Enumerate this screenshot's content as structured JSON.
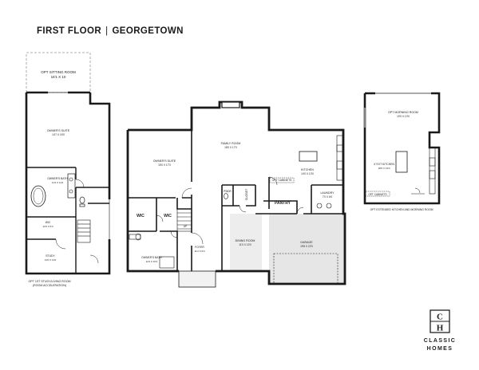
{
  "header": {
    "floor_label": "FIRST FLOOR",
    "separator": "|",
    "model_name": "GEORGETOWN"
  },
  "left_plan": {
    "opt_sitting_room": "OPT SITTING ROOM",
    "opt_sitting_room_size": "16'1 X 10",
    "owners_suite": "OWNER'S SUITE",
    "owners_suite_size": "14'7 X 16'0",
    "owners_bath": "OWNER'S BATH",
    "owners_bath_size": "11'2 X 11'2",
    "wic": "WIC",
    "wic_size": "12'0 X 6'4",
    "study": "STUDY",
    "study_size": "11'0 X 11'0",
    "caption_1": "OPT 1ST STUDY/LIVING ROOM",
    "caption_2": "(ROOM ACCELERATION)"
  },
  "main_plan": {
    "owners_suite": "OWNER'S SUITE",
    "owners_suite_size": "15'0 X 17'0",
    "family_room": "FAMILY ROOM",
    "family_room_size": "18'0 X 17'0",
    "opt_cabinets": "OPT CABINETS",
    "kitchen": "KITCHEN",
    "kitchen_size": "14'0 X 13'0",
    "powder": "PWDR",
    "closet": "CLOSET",
    "pantry": "PANTRY",
    "laundry": "LAUNDRY",
    "laundry_size": "7'0 X 6'0",
    "wic_1": "WIC",
    "wic_2": "WIC",
    "owners_bath": "OWNER'S BATH",
    "owners_bath_size": "11'0 X 10'4",
    "foyer": "FOYER",
    "foyer_size": "11'2 X 6'0",
    "up": "UP",
    "dining_room": "DINING ROOM",
    "dining_room_size": "11'0 X 13'0",
    "garage": "GARAGE",
    "garage_size": "19'8 X 22'0"
  },
  "right_plan": {
    "opt_morning_room": "OPT MORNING ROOM",
    "opt_morning_room_size": "10'0 X 13'0",
    "opt_kitchen": "4' EXT KITCHEN",
    "opt_kitchen_size": "18'0 X 13'0",
    "opt_cabinets": "OPT CABINETS",
    "caption": "OPT EXTENDED KITCHEN AND MORNING ROOM"
  },
  "logo": {
    "monogram_top": "C",
    "monogram_bottom": "H",
    "line1": "CLASSIC",
    "line2": "HOMES"
  },
  "colors": {
    "wall": "#1a1a1a",
    "floor_shade": "#e6e6e6",
    "dashed_room": "#999999"
  }
}
